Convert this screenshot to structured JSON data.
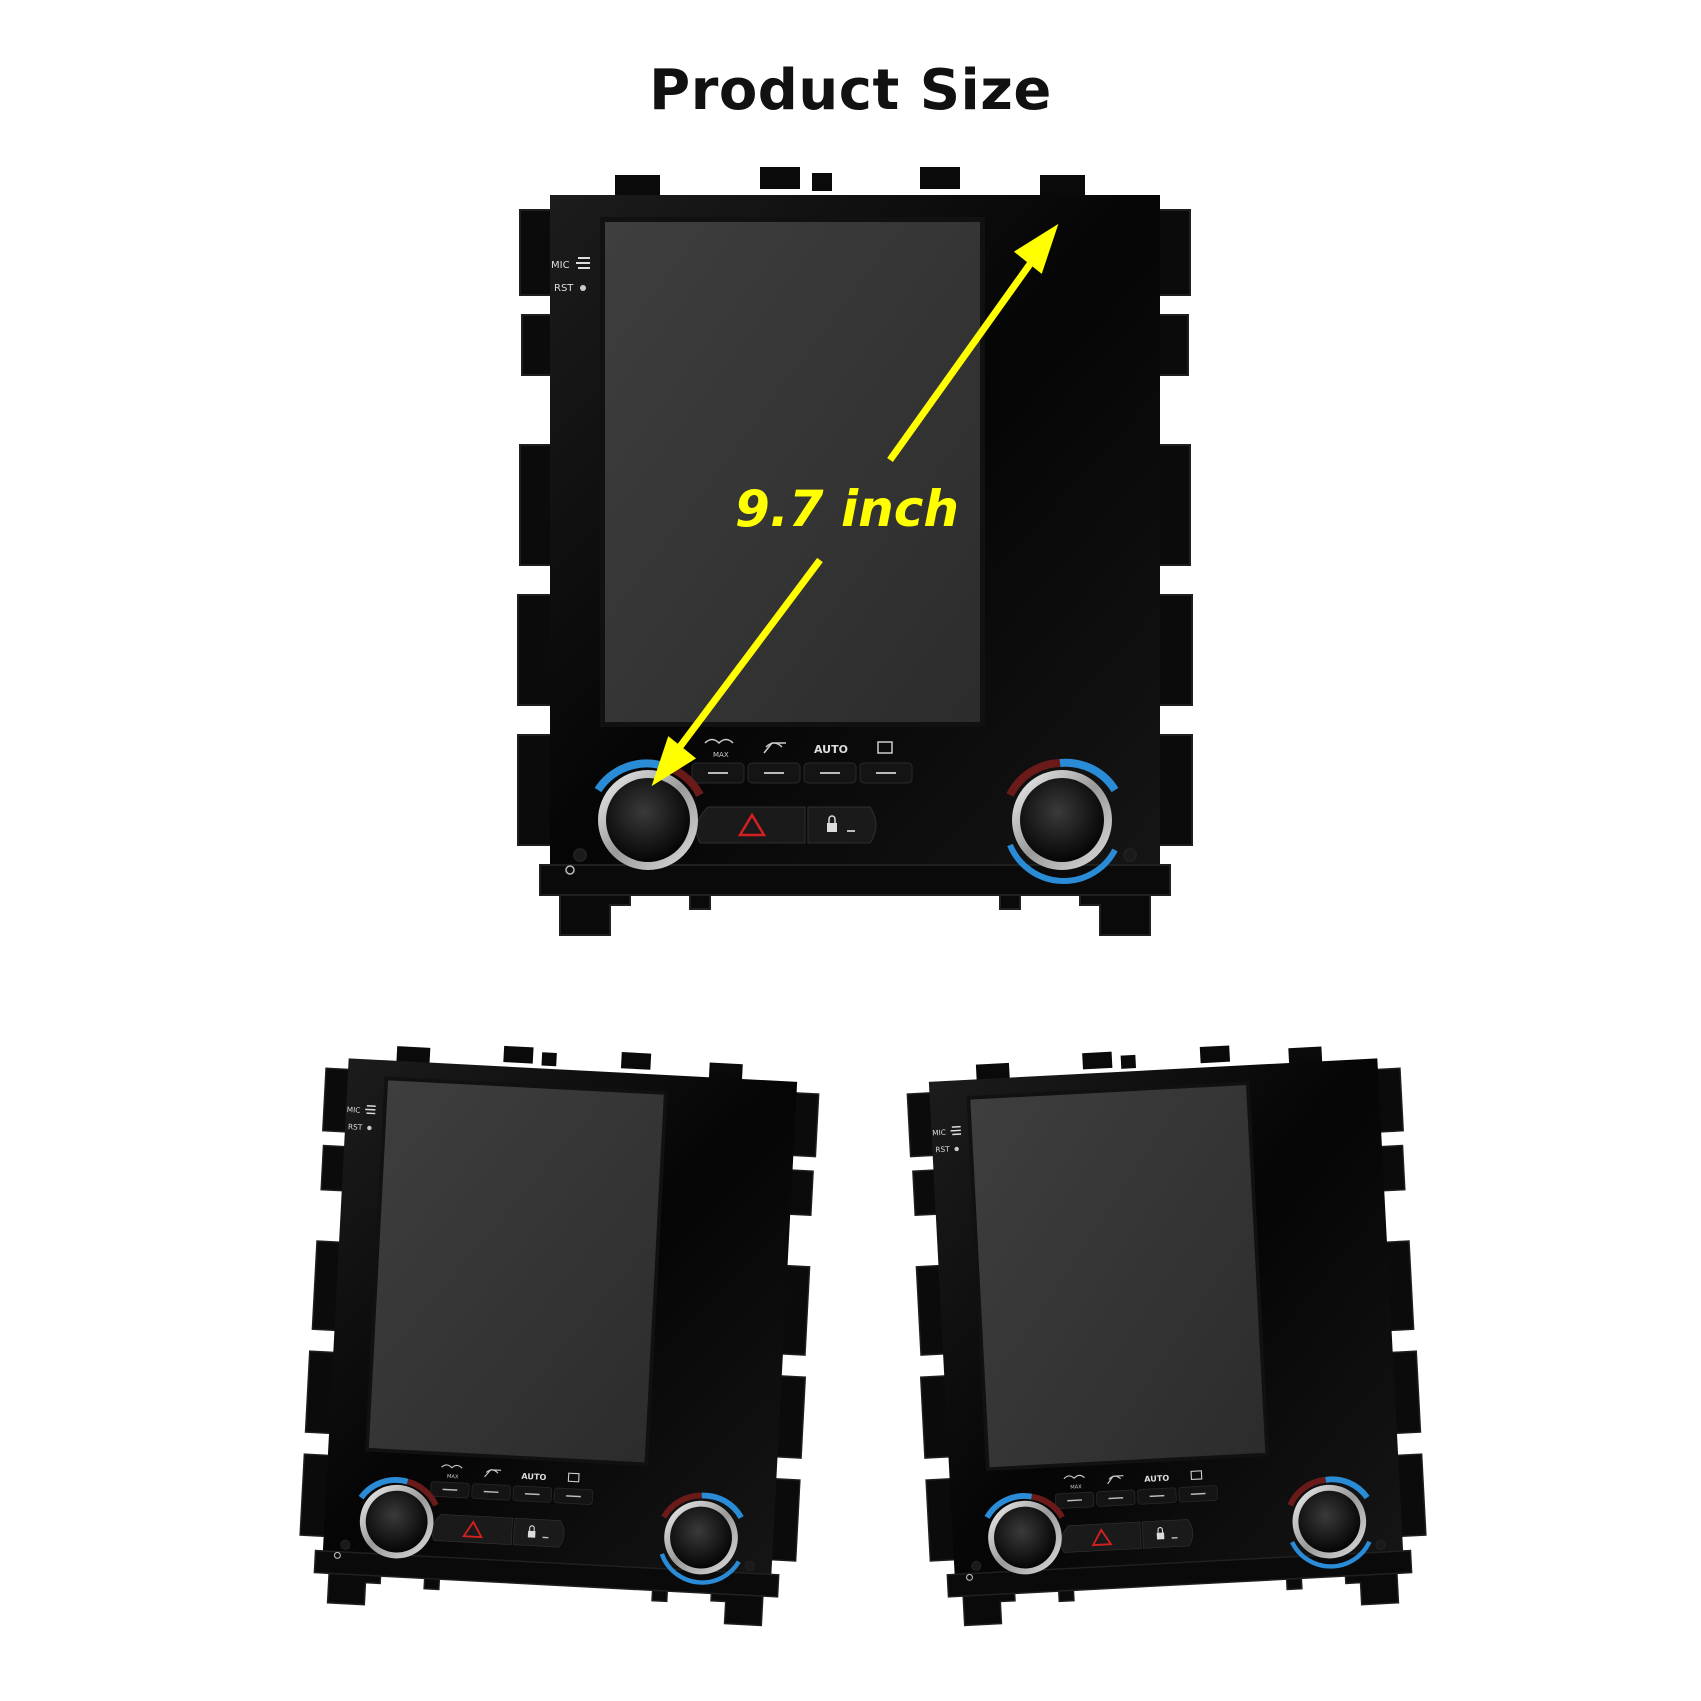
{
  "title": "Product Size",
  "screen_size_label": "9.7 inch",
  "accent_color": "#ffff00",
  "panel_labels": {
    "mic": "MIC",
    "rst": "RST",
    "max": "MAX",
    "auto": "AUTO"
  },
  "views": [
    {
      "name": "front view"
    },
    {
      "name": "left angled view"
    },
    {
      "name": "right angled view"
    }
  ]
}
